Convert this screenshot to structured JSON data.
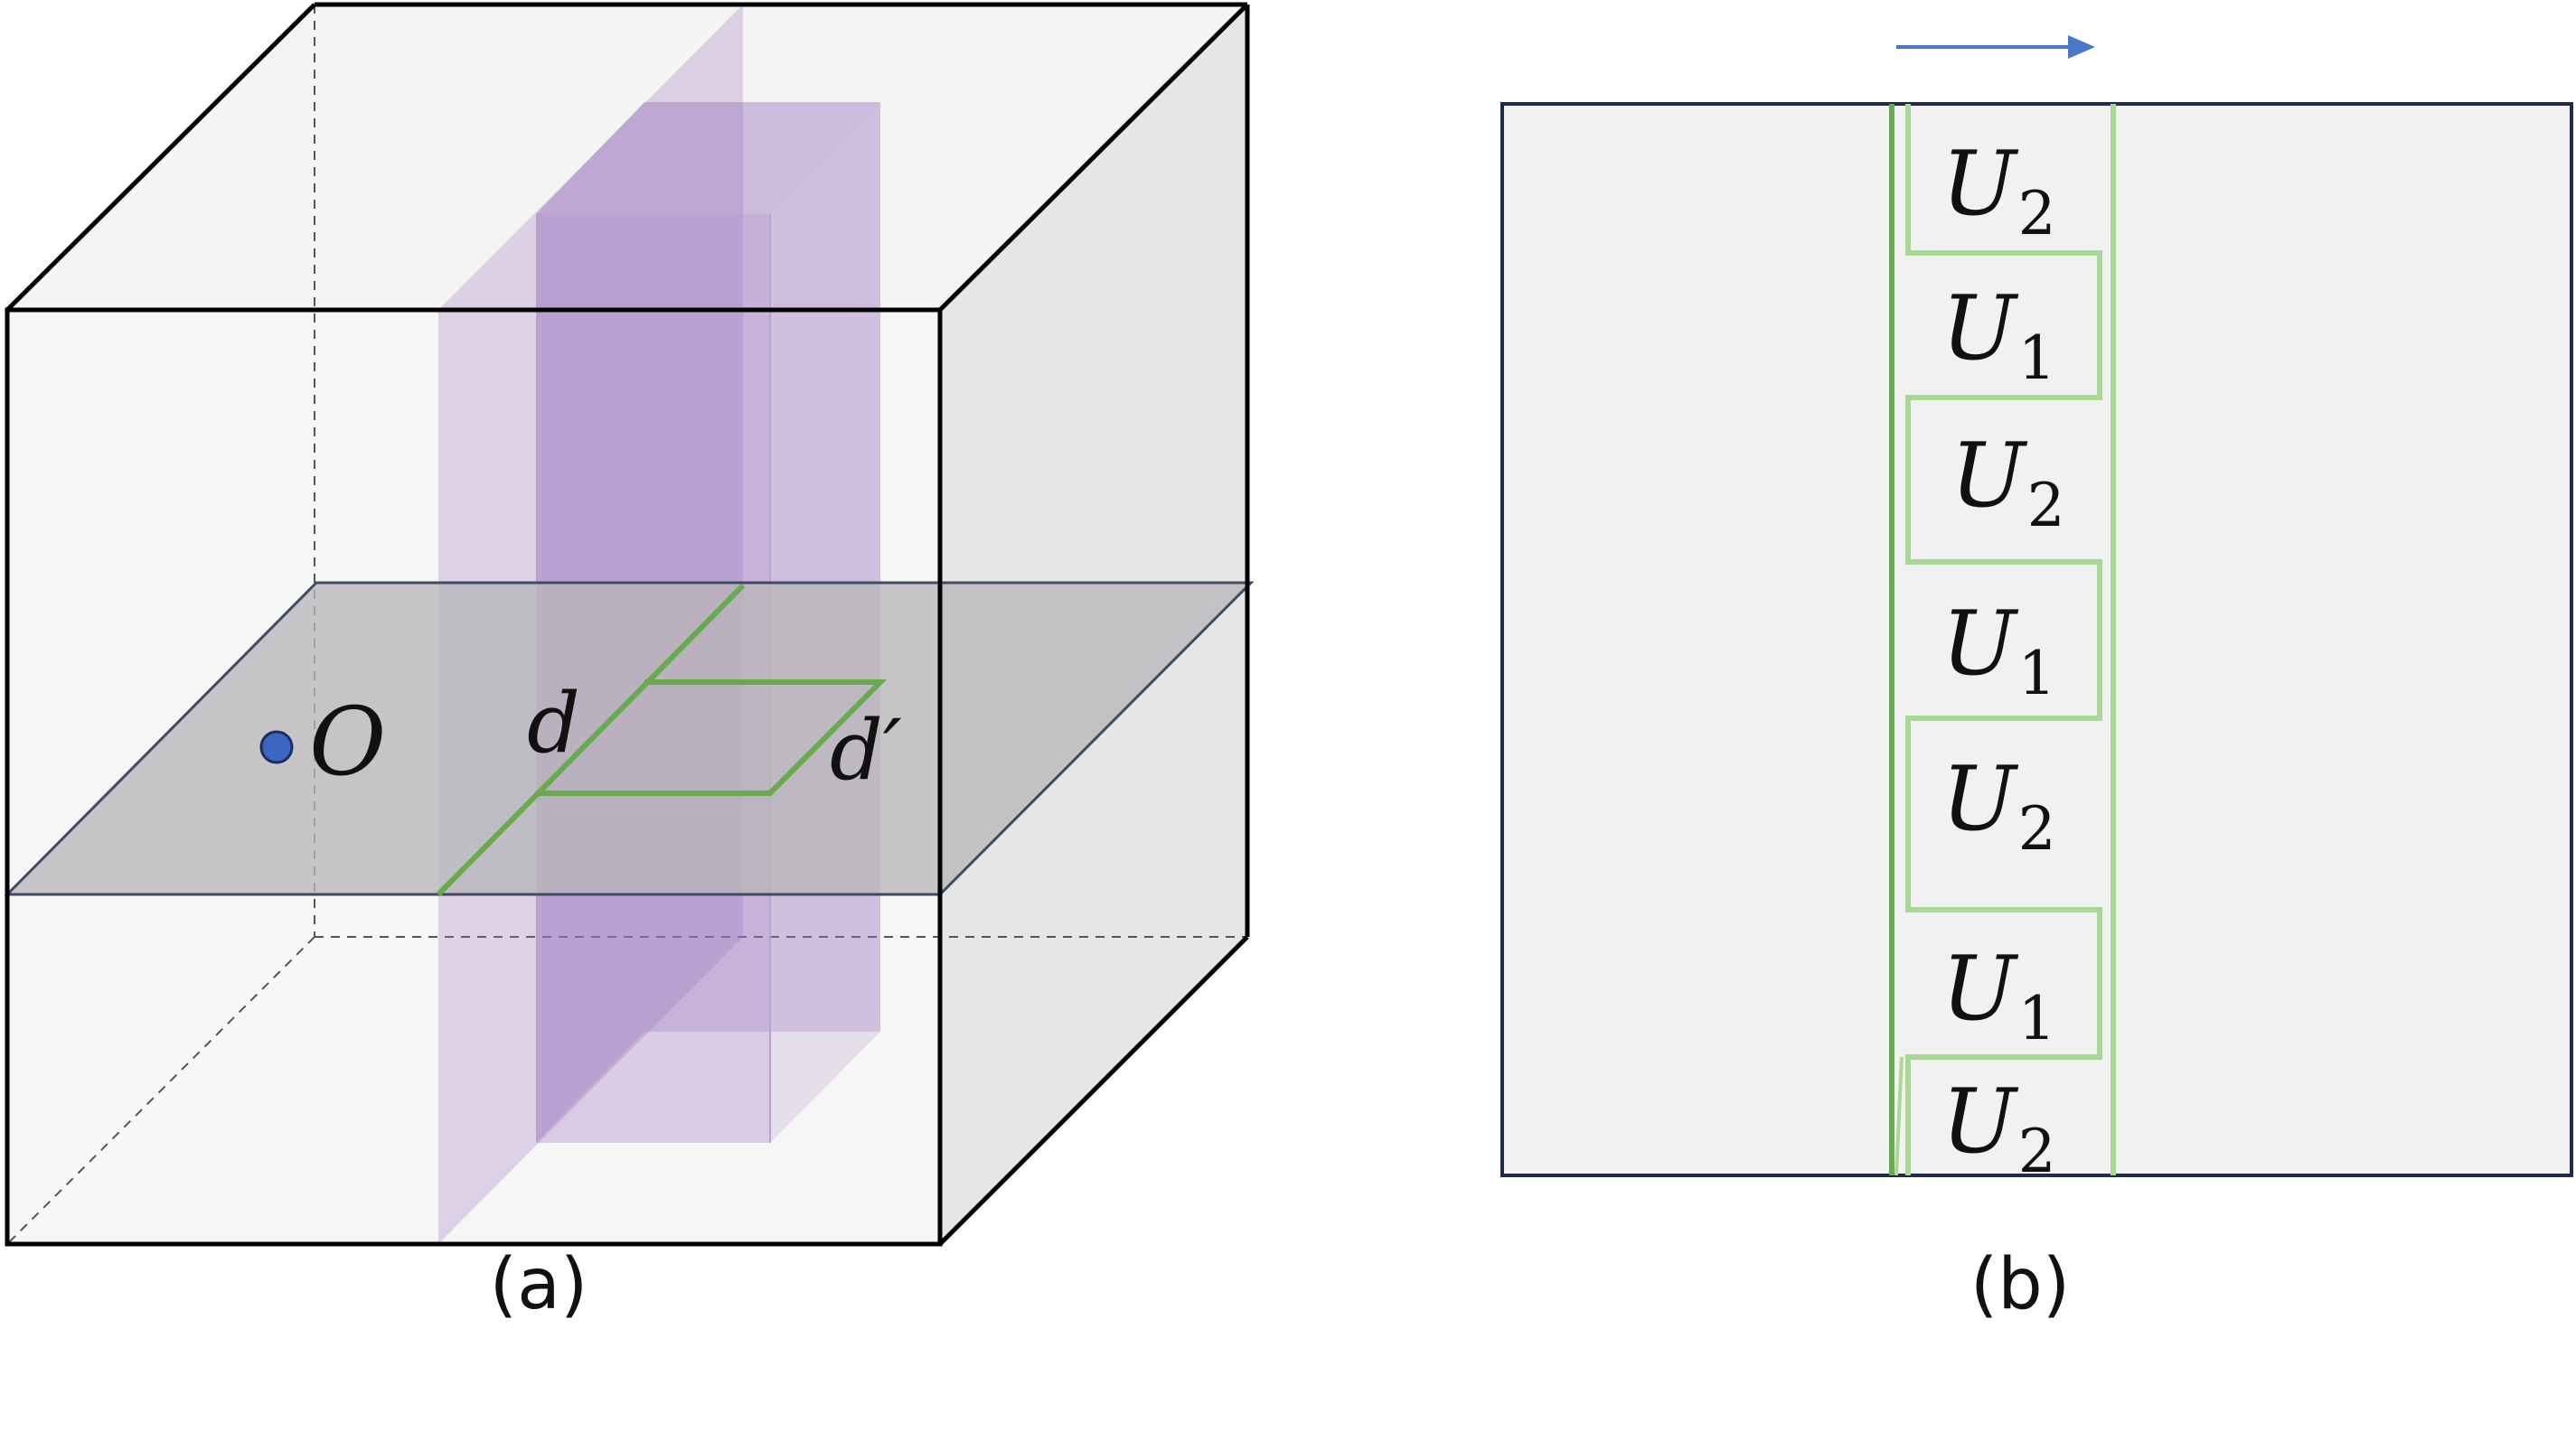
{
  "colors": {
    "box_edge": "#000000",
    "box_face_light": "#f4f4f4",
    "box_face_dark": "#e6e6e6",
    "plane_fill": "#b9b6b8",
    "plane_edge": "#3f4a63",
    "slab_fill": "#9b72bd",
    "green_dark": "#6aaa4f",
    "green_light": "#a8d894",
    "point_fill": "#3a66c4",
    "arrow": "#4a78c8",
    "panel_fill": "#f1f1f1",
    "panel_edge": "#1f2b4a"
  },
  "panel_a": {
    "caption": "(a)",
    "point_label": "O",
    "line_label_d": "d",
    "line_label_dprime": "d′"
  },
  "panel_b": {
    "caption": "(b)",
    "labels": [
      {
        "base": "U",
        "sub": "2"
      },
      {
        "base": "U",
        "sub": "1"
      },
      {
        "base": "U",
        "sub": "2"
      },
      {
        "base": "U",
        "sub": "1"
      },
      {
        "base": "U",
        "sub": "2"
      },
      {
        "base": "U",
        "sub": "1"
      },
      {
        "base": "U",
        "sub": "2"
      }
    ]
  }
}
